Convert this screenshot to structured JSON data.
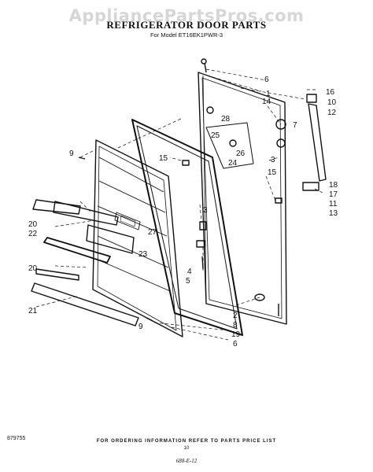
{
  "watermark": "AppliancePartsPros.com",
  "title": "REFRIGERATOR DOOR PARTS",
  "model": "For Model ET16EK1PWR-3",
  "footer_note": "FOR ORDERING INFORMATION REFER TO PARTS PRICE LIST",
  "page_number": "10",
  "ref_code": "879755",
  "handwritten": "688-E-12",
  "callouts": {
    "c1": "1",
    "c2": "2",
    "c3": "3",
    "c3b": "3",
    "c4": "4",
    "c5": "5",
    "c6": "6",
    "c6b": "6",
    "c7": "7",
    "c8": "8",
    "c9": "9",
    "c9b": "9",
    "c10": "10",
    "c11": "11",
    "c12": "12",
    "c13": "13",
    "c14": "14",
    "c15": "15",
    "c15b": "15",
    "c16": "16",
    "c17": "17",
    "c18": "18",
    "c19": "19",
    "c20": "20",
    "c20b": "20",
    "c21": "21",
    "c22": "22",
    "c23": "23",
    "c24": "24",
    "c25": "25",
    "c26": "26",
    "c27": "27",
    "c28": "28"
  }
}
